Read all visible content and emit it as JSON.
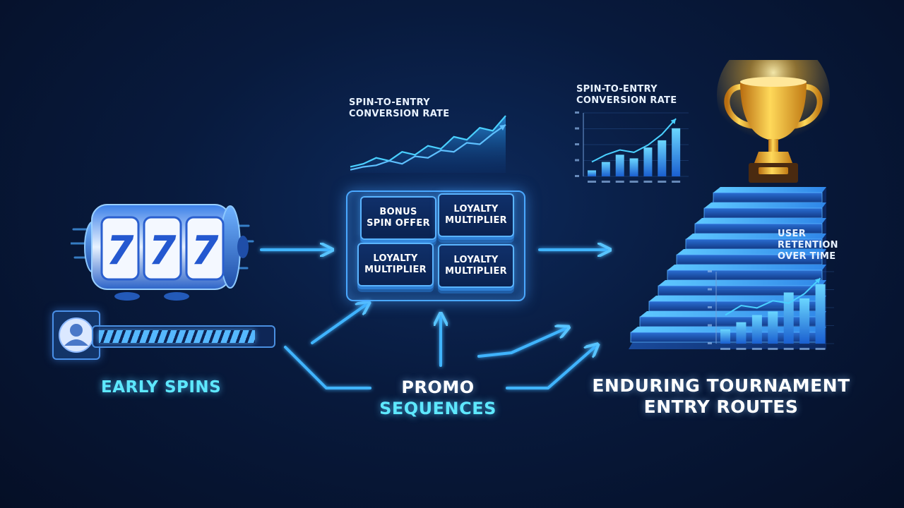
{
  "stages": {
    "early": {
      "label": "EARLY SPINS"
    },
    "promo": {
      "label_line1": "PROMO",
      "label_line2": "SEQUENCES"
    },
    "routes": {
      "label_line1": "ENDURING TOURNAMENT",
      "label_line2": "ENTRY ROUTES"
    }
  },
  "slot_machine": {
    "reel_symbols": [
      "7",
      "7",
      "7"
    ]
  },
  "early_spins_progress": {
    "value": 0.92
  },
  "promo_tiles": [
    {
      "line1": "BONUS",
      "line2": "SPIN OFFER"
    },
    {
      "line1": "LOYALTY",
      "line2": "MULTIPLIER"
    },
    {
      "line1": "LOYALTY",
      "line2": "MULTIPLIER"
    },
    {
      "line1": "LOYALTY",
      "line2": "MULTIPLIER"
    }
  ],
  "colors": {
    "cyan_accent": "#5ee8ff",
    "arrow_blue": "#3fb4ff",
    "trophy_gold": "#f5b62e"
  },
  "chart_data": [
    {
      "type": "area",
      "title": "SPIN-TO-ENTRY CONVERSION RATE",
      "series": [
        {
          "values": [
            2,
            3,
            5,
            4,
            7,
            6,
            9,
            8,
            12,
            11,
            15,
            14,
            19
          ]
        },
        {
          "values": [
            1,
            2,
            2.5,
            4,
            3,
            5.5,
            5,
            7.5,
            7,
            10,
            9.5,
            13,
            16
          ]
        }
      ],
      "grid": false
    },
    {
      "type": "bar",
      "title": "SPIN-TO-ENTRY CONVERSION RATE",
      "categories": [
        "",
        "",
        "",
        "",
        "",
        "",
        ""
      ],
      "values": [
        5,
        12,
        18,
        15,
        24,
        30,
        40
      ],
      "trend": [
        12,
        18,
        22,
        20,
        26,
        35,
        48
      ],
      "grid": true
    },
    {
      "type": "bar",
      "title": "USER RETENTION OVER TIME",
      "categories": [
        "",
        "",
        "",
        "",
        "",
        "",
        "",
        ""
      ],
      "values": [
        12,
        18,
        24,
        27,
        43,
        38,
        50
      ],
      "trend": [
        24,
        32,
        30,
        36,
        34,
        42,
        55
      ],
      "grid": true
    }
  ]
}
